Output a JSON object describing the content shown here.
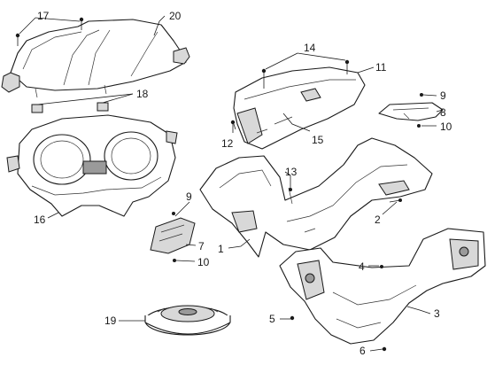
{
  "callouts": {
    "c1": "1",
    "c2": "2",
    "c3": "3",
    "c4": "4",
    "c5": "5",
    "c6": "6",
    "c7": "7",
    "c8": "8",
    "c9a": "9",
    "c9b": "9",
    "c10a": "10",
    "c10b": "10",
    "c11": "11",
    "c12": "12",
    "c13": "13",
    "c14": "14",
    "c15": "15",
    "c16": "16",
    "c17": "17",
    "c18": "18",
    "c19": "19",
    "c20": "20"
  },
  "colors": {
    "line": "#1a1a1a",
    "shade": "#d8d8d8",
    "dark": "#9a9a9a",
    "background": "#ffffff"
  }
}
